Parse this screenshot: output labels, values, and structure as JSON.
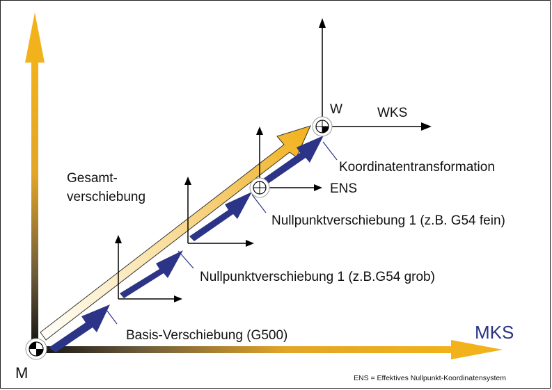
{
  "labels": {
    "origin_m": "M",
    "mks": "MKS",
    "w": "W",
    "wks": "WKS",
    "ens": "ENS",
    "koordinatentransformation": "Koordinatentransformation",
    "gesamt_line1": "Gesamt-",
    "gesamt_line2": "verschiebung",
    "nullpunkt_fein": "Nullpunktverschiebung 1 (z.B. G54 fein)",
    "nullpunkt_grob": "Nullpunktverschiebung 1 (z.B.G54 grob)",
    "basis": "Basis-Verschiebung (G500)",
    "footnote": "ENS = Effektives Nullpunkt-Koordinatensystem"
  },
  "colors": {
    "gold": "#f2b21b",
    "navy": "#2b3486",
    "black": "#000000",
    "mks_text": "#2b3486"
  },
  "icons": {
    "origin": "machine-zero-symbol",
    "workpiece_zero": "workpiece-zero-symbol",
    "ens_zero": "crosshair-circle-symbol"
  }
}
